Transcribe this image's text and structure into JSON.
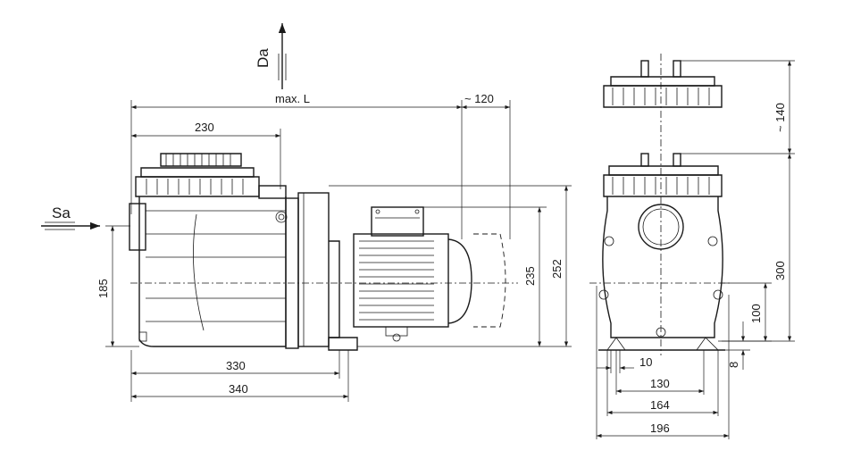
{
  "side_view": {
    "outlet_label": "Da",
    "inlet_label": "Sa",
    "dim_max_length": "max. L",
    "dim_motor_clearance": "~ 120",
    "dim_prefilter_width": "230",
    "dim_base_length": "330",
    "dim_overall_base": "340",
    "dim_inlet_height": "185",
    "dim_motor_height": "235",
    "dim_total_height": "252"
  },
  "front_view": {
    "dim_lid_removal": "~ 140",
    "dim_height": "300",
    "dim_foot_height": "100",
    "dim_foot_offset": "8",
    "dim_foot_width": "10",
    "dim_hole_spacing": "130",
    "dim_base_width": "164",
    "dim_overall_width": "196"
  }
}
